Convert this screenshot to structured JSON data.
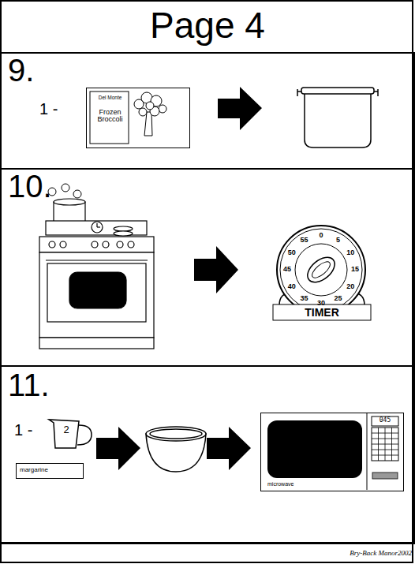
{
  "diagram": {
    "title": "Page 4",
    "nodes": [
      {
        "text": [
          "9."
        ]
      },
      {
        "text": [
          "Del Monte",
          "Frozen Broccoli"
        ],
        "in": 0
      },
      {
        "text": [
          "10."
        ]
      },
      {
        "text": [
          "0",
          "5",
          "10",
          "15",
          "20",
          "25",
          "30",
          "35",
          "40",
          "45",
          "50",
          "55",
          "TIMER"
        ],
        "in": 2
      },
      {
        "text": [
          "11."
        ]
      },
      {
        "text": [
          "2"
        ],
        "in": 4
      },
      {
        "text": [
          "margarine"
        ],
        "in": 4
      },
      {
        "text": [
          "microwave",
          "045"
        ],
        "in": 4
      }
    ],
    "labels": [
      "1 -",
      "1 -",
      "Bry-Back Manor2002"
    ]
  }
}
